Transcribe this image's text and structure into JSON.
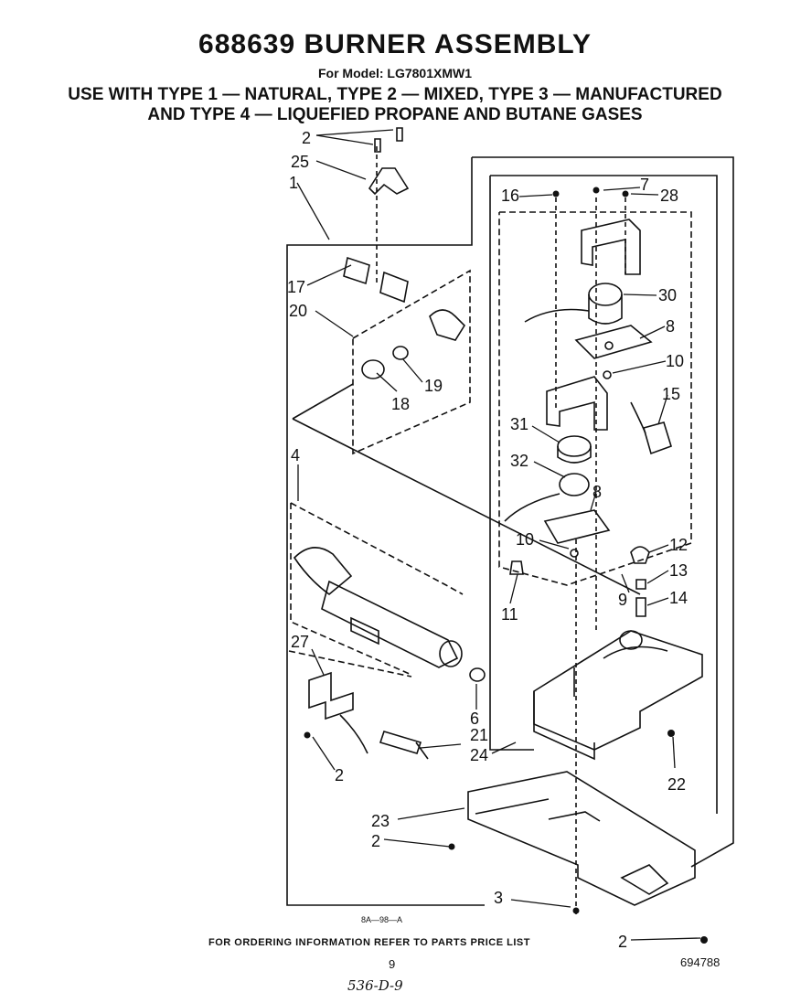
{
  "title": "688639 BURNER ASSEMBLY",
  "model_line": "For Model: LG7801XMW1",
  "subtitle_1": "USE WITH TYPE 1 — NATURAL, TYPE 2 — MIXED, TYPE 3 — MANUFACTURED",
  "subtitle_2": "AND TYPE 4 — LIQUEFIED PROPANE AND BUTANE GASES",
  "part_labels": {
    "p1": "1",
    "p2a": "2",
    "p2b": "2",
    "p2c": "2",
    "p2d": "2",
    "p3": "3",
    "p4": "4",
    "p6": "6",
    "p7": "7",
    "p8a": "8",
    "p8b": "8",
    "p9": "9",
    "p10a": "10",
    "p10b": "10",
    "p11": "11",
    "p12": "12",
    "p13": "13",
    "p14": "14",
    "p15": "15",
    "p16": "16",
    "p17": "17",
    "p18": "18",
    "p19": "19",
    "p20": "20",
    "p21": "21",
    "p22": "22",
    "p23": "23",
    "p24": "24",
    "p25": "25",
    "p27": "27",
    "p28": "28",
    "p30": "30",
    "p31": "31",
    "p32": "32"
  },
  "drawing_code": "8A—98—A",
  "footer_note": "FOR ORDERING INFORMATION REFER TO PARTS PRICE LIST",
  "page_number": "9",
  "figure_number": "694788",
  "handwritten_note": "536-D-9"
}
